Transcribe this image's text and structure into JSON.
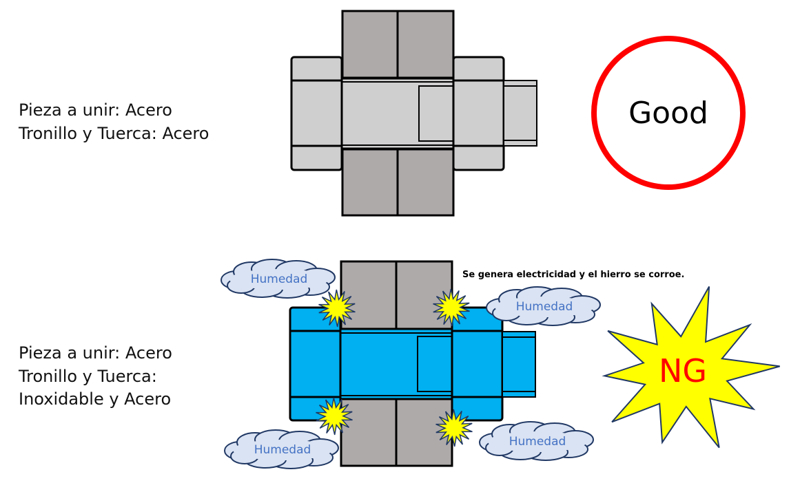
{
  "top_case": {
    "label_lines": [
      "Pieza a unir: Acero",
      "Tronillo y Tuerca: Acero"
    ],
    "verdict": "Good",
    "verdict_color": "#ff0000",
    "bolt_color": "#d0cfd0",
    "plate_color": "#aeaaaa"
  },
  "bottom_case": {
    "label_lines": [
      "Pieza a unir: Acero",
      "Tronillo y Tuerca:",
      "Inoxidable y Acero"
    ],
    "verdict": "NG",
    "verdict_color": "#ff0000",
    "note": "Se genera electricidad y el hierro se corroe.",
    "moisture_labels": [
      "Humedad",
      "Humedad",
      "Humedad",
      "Humedad"
    ],
    "bolt_color": "#00b0f0",
    "plate_color": "#aeaaaa",
    "spark_color": "#ffff00",
    "cloud_color": "#dae3f3"
  }
}
